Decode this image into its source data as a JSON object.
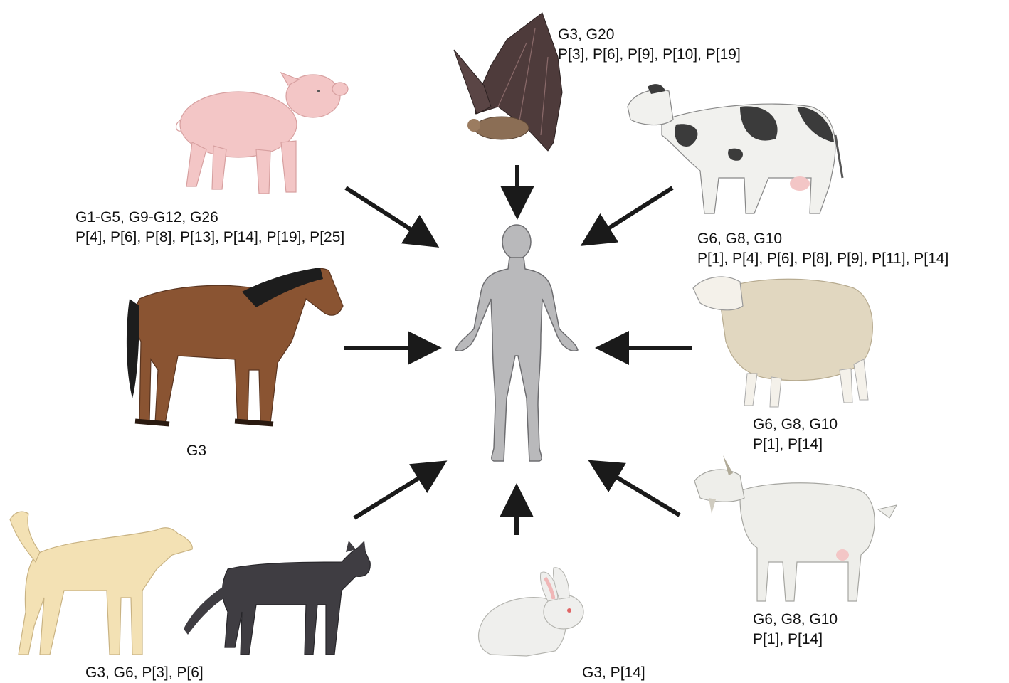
{
  "colors": {
    "arrow": "#1a1a1a",
    "human": "#b9b9bb",
    "pig": "#f3c6c6",
    "bat": "#4e3b3b",
    "cow_body": "#f1f1ee",
    "cow_spots": "#3b3b3b",
    "horse": "#8a5432",
    "horse_mane": "#1d1d1d",
    "sheep": "#e1d7c0",
    "goat": "#eeeeea",
    "dog": "#f3e1b4",
    "cat": "#3f3d42",
    "rabbit": "#efefed"
  },
  "hosts": {
    "bat": {
      "icon": "bat-icon",
      "line1": "G3, G20",
      "line2": "P[3], P[6], P[9], P[10], P[19]"
    },
    "pig": {
      "icon": "pig-icon",
      "line1": "G1-G5, G9-G12, G26",
      "line2": "P[4], P[6], P[8], P[13], P[14], P[19], P[25]"
    },
    "cow": {
      "icon": "cow-icon",
      "line1": "G6, G8, G10",
      "line2": "P[1], P[4], P[6], P[8], P[9], P[11], P[14]"
    },
    "horse": {
      "icon": "horse-icon",
      "line1": "G3"
    },
    "sheep": {
      "icon": "sheep-icon",
      "line1": "G6, G8, G10",
      "line2": "P[1], P[14]"
    },
    "goat": {
      "icon": "goat-icon",
      "line1": "G6, G8, G10",
      "line2": "P[1], P[14]"
    },
    "dog_cat": {
      "icon": "dog-icon",
      "icon2": "cat-icon",
      "line1": "G3, G6, P[3], P[6]"
    },
    "rabbit": {
      "icon": "rabbit-icon",
      "line1": "G3, P[14]"
    }
  },
  "center": {
    "icon": "human-icon"
  }
}
